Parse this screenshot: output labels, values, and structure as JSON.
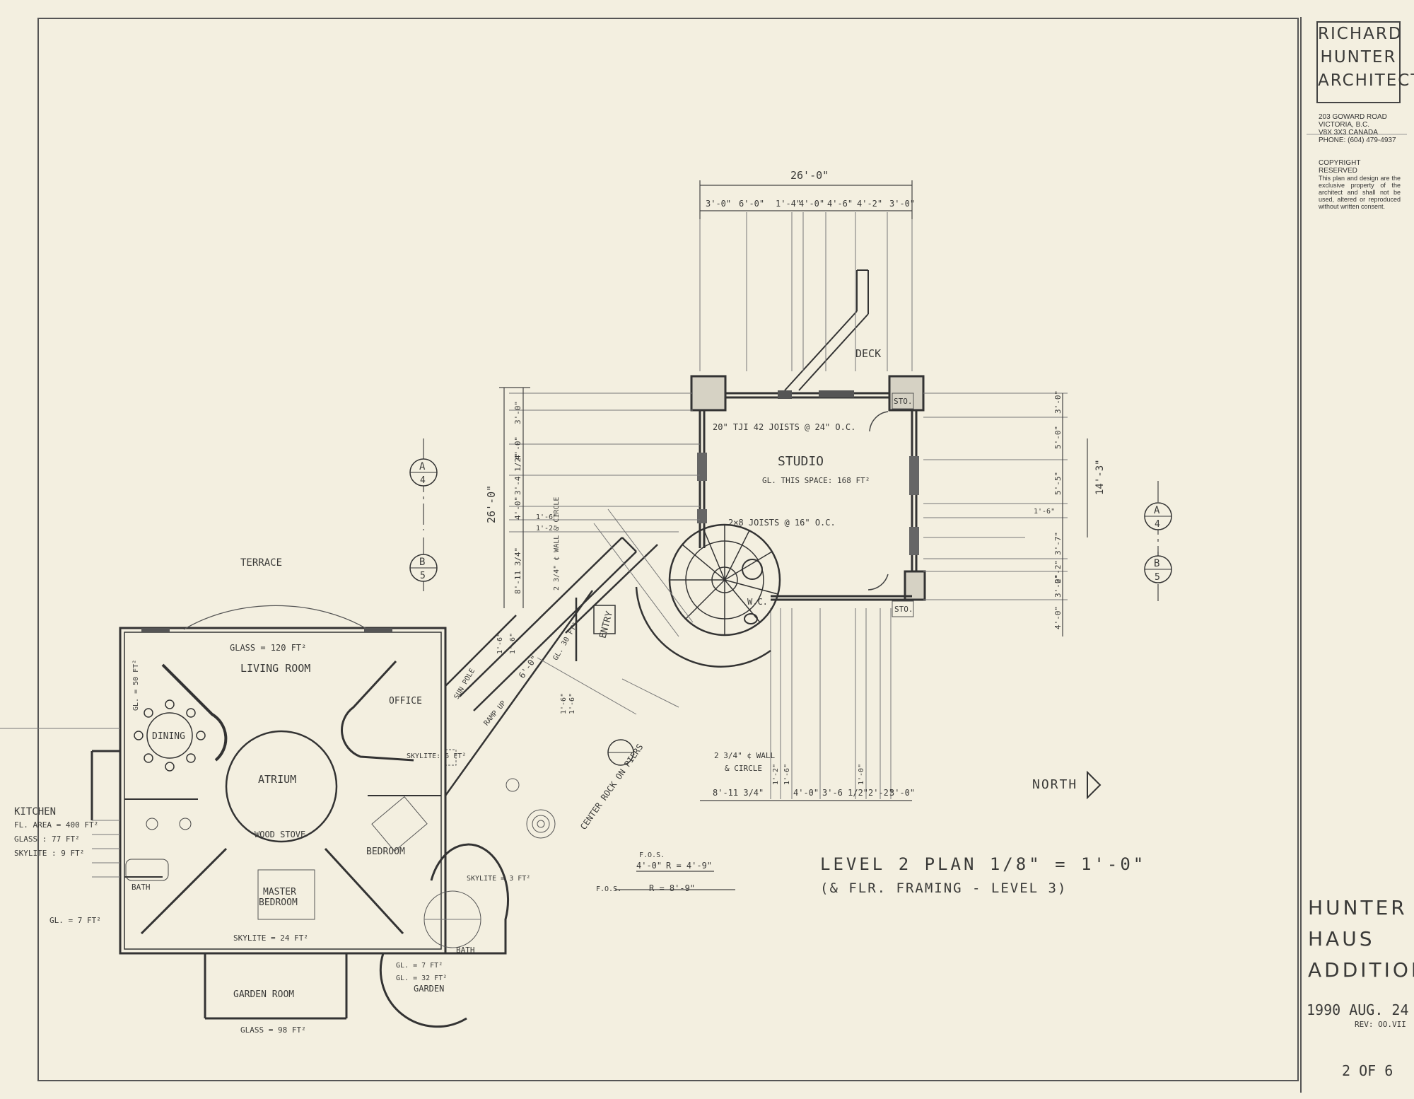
{
  "title_block": {
    "firm_logo": [
      "RICHARD",
      "HUNTER",
      "ARCHITECT"
    ],
    "address_lines": [
      "203 GOWARD ROAD",
      "VICTORIA, B.C.",
      "V8X 3X3 CANADA",
      "PHONE: (604) 479-4937"
    ],
    "copyright": "COPYRIGHT RESERVED",
    "notice": "This plan and design are the exclusive property of the architect and shall not be used, altered or reproduced without written consent.",
    "project": [
      "HUNTER",
      "HAUS",
      "ADDITION"
    ],
    "date": "1990 AUG. 24",
    "revision": "REV: OO.VII",
    "sheet": "2 OF 6"
  },
  "drawing": {
    "plan_title": "LEVEL 2 PLAN  1/8\" = 1'-0\"",
    "plan_subtitle": "(& FLR. FRAMING - LEVEL 3)",
    "north_label": "NORTH",
    "rooms": {
      "studio": "STUDIO",
      "studio_note": "GL. THIS SPACE: 168 FT²",
      "deck": "DECK",
      "sto_top": "STO.",
      "sto_bottom": "STO.",
      "wc": "W.C.",
      "entry": "ENTRY",
      "terrace": "TERRACE",
      "living": "LIVING ROOM",
      "living_glass": "GLASS = 120 FT²",
      "office": "OFFICE",
      "dining": "DINING",
      "dining_gl": "GL. = 50 FT²",
      "atrium": "ATRIUM",
      "wood_stove": "WOOD STOVE",
      "kitchen": "KITCHEN",
      "kitchen_area": "FL. AREA = 400 FT²",
      "kitchen_glass": "GLASS : 77 FT²",
      "kitchen_skylite": "SKYLITE : 9 FT²",
      "bath_left": "BATH",
      "bath_left_gl": "GL. = 7 FT²",
      "master": "MASTER",
      "master2": "BEDROOM",
      "bedroom": "BEDROOM",
      "skylite_master": "SKYLITE = 24 FT²",
      "garden_room": "GARDEN ROOM",
      "garden_room_glass": "GLASS = 98 FT²",
      "skylite_bath": "SKYLITE = 3 FT²",
      "bath_right": "BATH",
      "bath_right_gl": "GL. = 7 FT²",
      "garden_gl": "GL. = 32 FT²",
      "garden": "GARDEN",
      "skylite_hall": "SKYLITE: 6 FT²",
      "sun_pole": "SUN POLE",
      "ramp": "RAMP UP",
      "gl_hall": "GL. 30 FT²",
      "center_rock": "CENTER ROCK ON PIERS",
      "joists_top": "20\" TJI 42 JOISTS @ 24\" O.C.",
      "joists_mid": "2×8 JOISTS @ 16\" O.C.",
      "wall_note_left": "2 3/4\" ¢ WALL & CIRCLE",
      "wall_note_right": "2 3/4\" ¢ WALL",
      "wall_note_right2": "& CIRCLE"
    },
    "dims_top_overall": "26'-0\"",
    "dims_top": [
      "3'-0\"",
      "6'-0\"",
      "1'-4\"",
      "4'-0\"",
      "4'-6\"",
      "4'-2\"",
      "3'-0\""
    ],
    "dims_left_overall": "26'-0\"",
    "dims_left": [
      "3'-0\"",
      "4'-0\"",
      "3'-4 1/2\"",
      "4'-0\"",
      "1'-6\"",
      "1'-2\"",
      "8'-11 3/4\""
    ],
    "dims_right_overall": "14'-3\"",
    "dims_right": [
      "3'-0\"",
      "5'-0\"",
      "5'-5\"",
      "1'-6\"",
      "3'-7\"",
      "2'-2\"",
      "3'-0\"",
      "4'-0\""
    ],
    "dims_bottom": [
      "8'-11 3/4\"",
      "1'-2\"",
      "1'-6\"",
      "4'-0\"",
      "3'-6 1/2\"",
      "1'-0\"",
      "2'-2\"",
      "3'-0\""
    ],
    "dims_fos": [
      "F.O.S.",
      "4'-0\"",
      "R = 4'-9\"",
      "F.O.S.",
      "R = 8'-9\""
    ],
    "dims_hall": [
      "1'-6\"",
      "1'-6\"",
      "6'-0\"",
      "1'-6\"",
      "1'-6\""
    ],
    "sections": [
      {
        "letter": "A",
        "sheet": "4"
      },
      {
        "letter": "B",
        "sheet": "5"
      },
      {
        "letter": "A",
        "sheet": "4"
      },
      {
        "letter": "B",
        "sheet": "5"
      }
    ]
  }
}
